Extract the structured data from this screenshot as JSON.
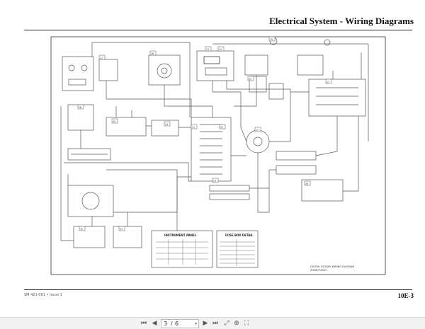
{
  "header": {
    "title": "Electrical System - Wiring Diagrams"
  },
  "footer": {
    "left_text": "SM 421-001 • Issue 1",
    "page_code": "10E-3"
  },
  "diagram": {
    "box_labels": [
      "13",
      "14",
      "15",
      "16",
      "17",
      "20",
      "21",
      "22",
      "23",
      "24",
      "25",
      "26",
      "27",
      "28",
      "29",
      "32",
      "33"
    ],
    "instrument_panel_title": "INSTRUMENT PANEL",
    "fuse_box_title": "FUSE BOX DETAIL",
    "caption_line1": "DIGITAL ROTARY WIRING DIAGRAM",
    "caption_line2": "ZONE/F0000"
  },
  "toolbar": {
    "first_page_icon": "⏮",
    "prev_page_icon": "◀",
    "current_page": "3",
    "separator": "/",
    "total_pages": "6",
    "page_dropdown_icon": "▾",
    "next_page_icon": "▶",
    "last_page_icon": "⏭",
    "fit_icon": "⤢",
    "zoom_icon": "⊕",
    "fullscreen_icon": "⛶"
  }
}
